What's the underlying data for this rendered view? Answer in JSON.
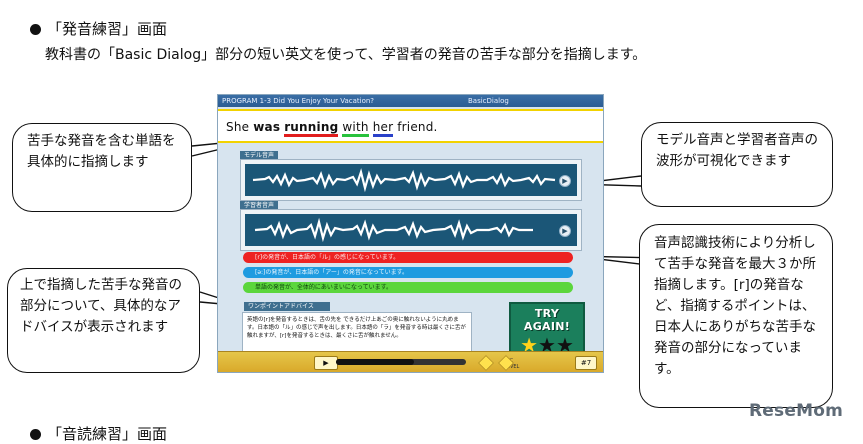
{
  "heading": "「発音練習」画面",
  "intro": "教科書の「Basic Dialog」部分の短い英文を使って、学習者の発音の苦手な部分を指摘します。",
  "app": {
    "title": "PROGRAM 1-3 Did You Enjoy Your Vacation?",
    "subtitle": "BasicDialog",
    "sentence": {
      "w1": "She",
      "w2": "was",
      "w3": "running",
      "w4": "with",
      "w5": "her",
      "w6": "friend."
    },
    "model_label": "モデル音声",
    "learner_label": "学習者音声",
    "feedback": [
      "[r]の発音が、日本語の「ル」の感じになっています。",
      "[ə:]の発音が、日本語の「アー」の発音になっています。",
      "単語の発音が、全体的にあいまいになっています。"
    ],
    "advice_title": "ワンポイントアドバイス",
    "advice_text": "英語の[r]を発音するときは、舌の先を できるだけ上あごの奥に触れないように丸めます。日本語の「ル」の感じで声を出します。日本語の「ラ」を発音する時は最くさに舌が触れますが、[r]を発音するときは、最くさに舌が触れません。",
    "try_again": "TRY AGAIN!",
    "stars": {
      "filled": 1,
      "total": 3
    },
    "mic_level_label": "MIC LEVEL",
    "mic_level": 0.6,
    "page_num": "#7",
    "play_icon": "play-icon"
  },
  "callouts": {
    "top_left": "苦手な発音を含む単語を具体的に指摘します",
    "top_right": "モデル音声と学習者音声の波形が可視化できます",
    "bottom_left": "上で指摘した苦手な発音の部分について、具体的なアドバイスが表示されます",
    "bottom_right": "音声認識技術により分析して苦手な発音を最大３か所指摘します。[r]の発音など、指摘するポイントは、日本人にありがちな苦手な発音の部分になっています。"
  },
  "next_heading": "「音読練習」画面",
  "watermark": "ReseMom"
}
